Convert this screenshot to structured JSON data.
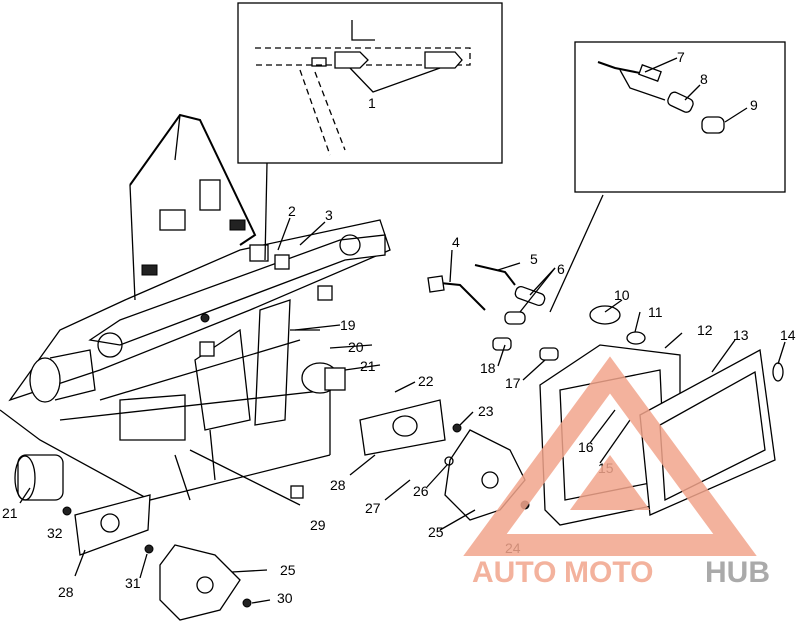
{
  "labels": [
    "1",
    "2",
    "3",
    "4",
    "5",
    "6",
    "7",
    "8",
    "9",
    "10",
    "11",
    "12",
    "13",
    "14",
    "15",
    "16",
    "17",
    "18",
    "19",
    "20",
    "21",
    "21",
    "22",
    "23",
    "24",
    "25",
    "25",
    "26",
    "27",
    "28",
    "28",
    "29",
    "30",
    "31",
    "32"
  ],
  "watermark": {
    "part1": "AUTO",
    "part2": "MOTO",
    "part3": "HUB",
    "color_accent": "#f2a58c",
    "color_gray": "#9c9c9c"
  }
}
